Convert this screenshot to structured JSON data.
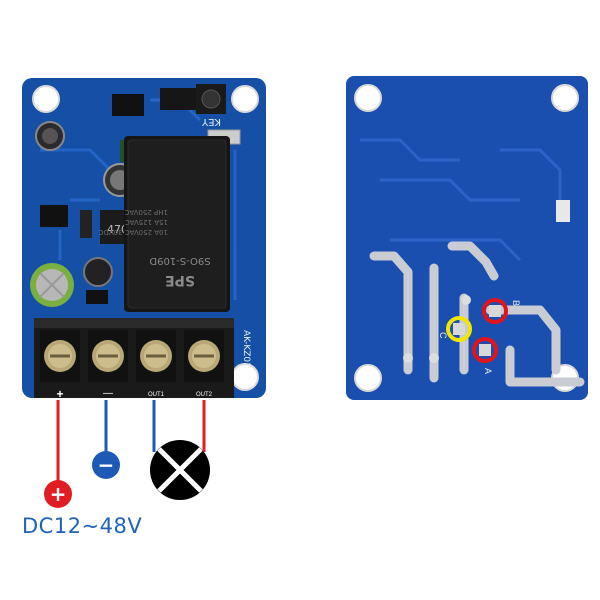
{
  "caption": "DC12~48V",
  "front_board": {
    "relay_brand": "SPE",
    "relay_model": "S9O-S-109D",
    "board_model": "AK-KZ01",
    "button_label": "KEY",
    "inductor_code": "470",
    "terminal_labels": [
      "+",
      "—",
      "OUT1",
      "OUT2"
    ],
    "board_color": "#1550a6"
  },
  "back_board": {
    "pad_labels": [
      "C",
      "B",
      "A"
    ],
    "board_color": "#1a4fb0",
    "highlight_colors": {
      "circle_c": "#f2e600",
      "circle_b": "#e1141e",
      "circle_a": "#e1141e"
    }
  },
  "wiring": {
    "positive_symbol": "+",
    "negative_symbol": "−",
    "positive_color": "#e11d23",
    "negative_color": "#1e5ab5"
  }
}
